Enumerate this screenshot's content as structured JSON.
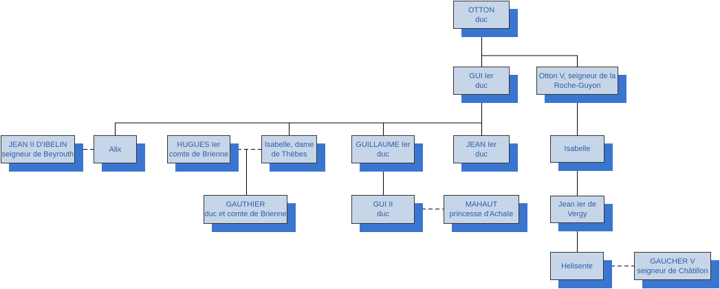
{
  "nodes": {
    "otton": {
      "line1": "OTTON",
      "line2": "duc"
    },
    "gui1": {
      "line1": "GUI Ier",
      "line2": "duc"
    },
    "otton5": {
      "line1": "Otton V, seigneur de la",
      "line2": "Roche-Guyon"
    },
    "jean2": {
      "line1": "JEAN II D'IBELIN",
      "line2": "seigneur de Beyrouth"
    },
    "alix": {
      "line1": "Alix",
      "line2": ""
    },
    "hugues": {
      "line1": "HUGUES Ier",
      "line2": "comte de Brienne"
    },
    "isabelle_t": {
      "line1": "Isabelle, dame",
      "line2": "de Thèbes"
    },
    "guillaume": {
      "line1": "GUILLAUME Ier",
      "line2": "duc"
    },
    "jean1": {
      "line1": "JEAN Ier",
      "line2": "duc"
    },
    "isabelle": {
      "line1": "Isabelle",
      "line2": ""
    },
    "gauthier": {
      "line1": "GAUTHIER",
      "line2": "duc et comte de Brienne"
    },
    "gui2": {
      "line1": "GUI II",
      "line2": "duc"
    },
    "mahaut": {
      "line1": "MAHAUT",
      "line2": "princesse d'Achaïe"
    },
    "jean_vergy": {
      "line1": "Jean Ier de",
      "line2": "Vergy"
    },
    "helisente": {
      "line1": "Helisente",
      "line2": ""
    },
    "gaucher": {
      "line1": "GAUCHER V",
      "line2": "seigneur de Châtillon"
    }
  }
}
